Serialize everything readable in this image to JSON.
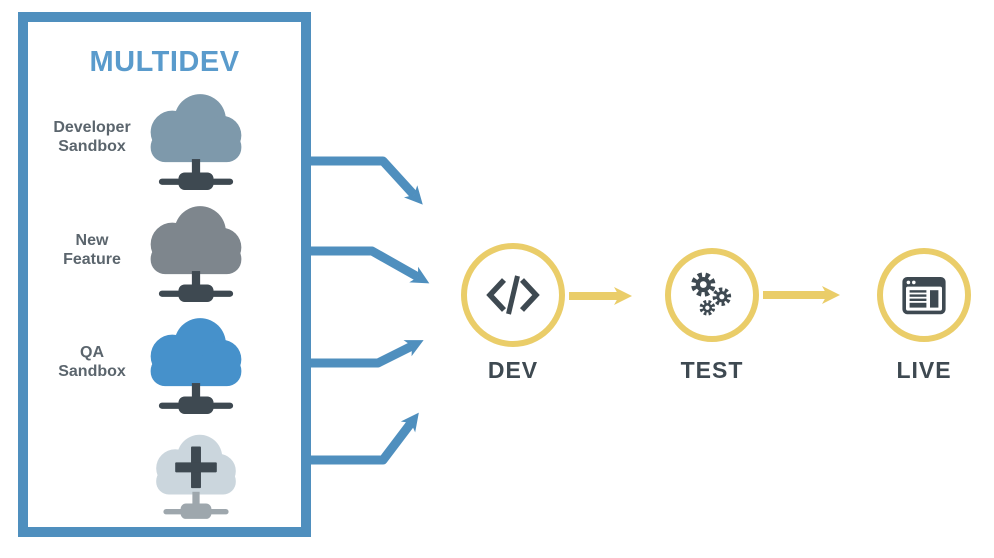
{
  "box": {
    "title": "MULTIDEV"
  },
  "sandboxes": [
    {
      "name": "Developer Sandbox",
      "line1": "Developer",
      "line2": "Sandbox",
      "icon": "cloud-network-icon",
      "cloud_color": "#7E99AB"
    },
    {
      "name": "New Feature",
      "line1": "New",
      "line2": "Feature",
      "icon": "cloud-network-icon",
      "cloud_color": "#7E868D"
    },
    {
      "name": "QA Sandbox",
      "line1": "QA",
      "line2": "Sandbox",
      "icon": "cloud-network-icon",
      "cloud_color": "#4691CB"
    },
    {
      "name": "Add Sandbox",
      "icon": "plus-cloud-network-icon",
      "cloud_color": "#CBD6DD"
    }
  ],
  "stages": [
    {
      "label": "DEV",
      "icon": "code-icon"
    },
    {
      "label": "TEST",
      "icon": "gears-icon"
    },
    {
      "label": "LIVE",
      "icon": "browser-icon"
    }
  ],
  "colors": {
    "blue": "#4F8FBE",
    "title_blue": "#5A9BCC",
    "yellow": "#EACD69",
    "slate": "#3E4951",
    "label_gray": "#5B656D",
    "cloud_dev": "#7E99AB",
    "cloud_feature": "#7E868D",
    "cloud_qa": "#4691CB",
    "cloud_add": "#CBD6DD",
    "network_light": "#9EA7AD"
  }
}
